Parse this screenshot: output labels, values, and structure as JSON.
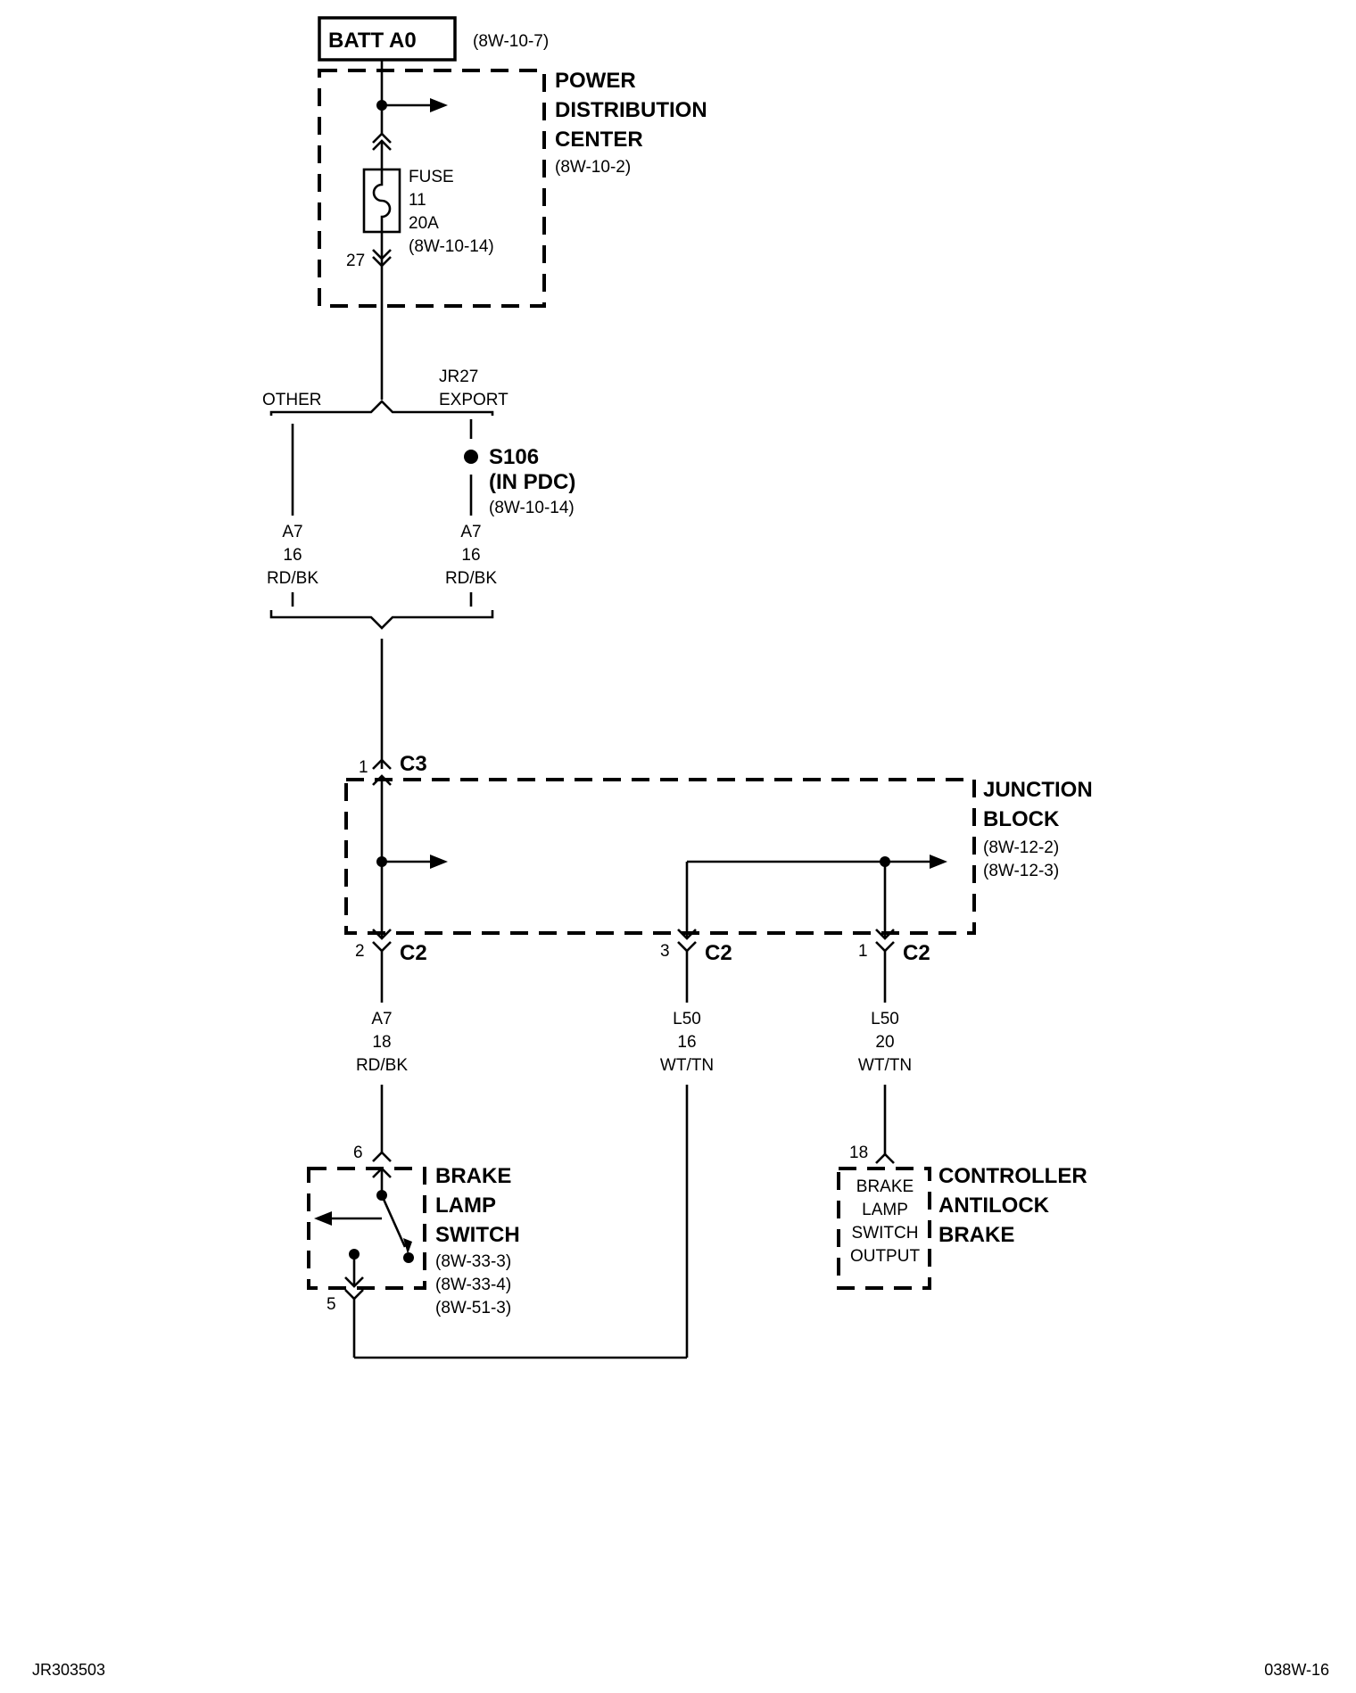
{
  "source": {
    "label": "BATT A0",
    "ref": "(8W-10-7)"
  },
  "pdc": {
    "title_lines": [
      "POWER",
      "DISTRIBUTION",
      "CENTER"
    ],
    "ref": "(8W-10-2)",
    "fuse_lines": [
      "FUSE",
      "11",
      "20A",
      "(8W-10-14)"
    ],
    "fuse_pin": "27"
  },
  "branch": {
    "left_label": "OTHER",
    "right_label_lines": [
      "JR27",
      "EXPORT"
    ],
    "splice_lines": [
      "S106",
      "(IN PDC)"
    ],
    "splice_ref": "(8W-10-14)"
  },
  "wires": {
    "a7_left": [
      "A7",
      "16",
      "RD/BK"
    ],
    "a7_right": [
      "A7",
      "16",
      "RD/BK"
    ],
    "a7_lower": [
      "A7",
      "18",
      "RD/BK"
    ],
    "l50_mid": [
      "L50",
      "16",
      "WT/TN"
    ],
    "l50_right": [
      "L50",
      "20",
      "WT/TN"
    ]
  },
  "junction_block": {
    "title_lines": [
      "JUNCTION",
      "BLOCK"
    ],
    "refs": [
      "(8W-12-2)",
      "(8W-12-3)"
    ],
    "c3_pin": "1",
    "c3_label": "C3",
    "c2_pins": [
      "2",
      "3",
      "1"
    ],
    "c2_label": "C2"
  },
  "brake_lamp_switch": {
    "title_lines": [
      "BRAKE",
      "LAMP",
      "SWITCH"
    ],
    "refs": [
      "(8W-33-3)",
      "(8W-33-4)",
      "(8W-51-3)"
    ],
    "pin_top": "6",
    "pin_bottom": "5"
  },
  "abs_controller": {
    "title_lines": [
      "CONTROLLER",
      "ANTILOCK",
      "BRAKE"
    ],
    "inner_lines": [
      "BRAKE",
      "LAMP",
      "SWITCH",
      "OUTPUT"
    ],
    "pin": "18"
  },
  "footer": {
    "left_code": "JR303503",
    "right_code": "038W-16"
  }
}
